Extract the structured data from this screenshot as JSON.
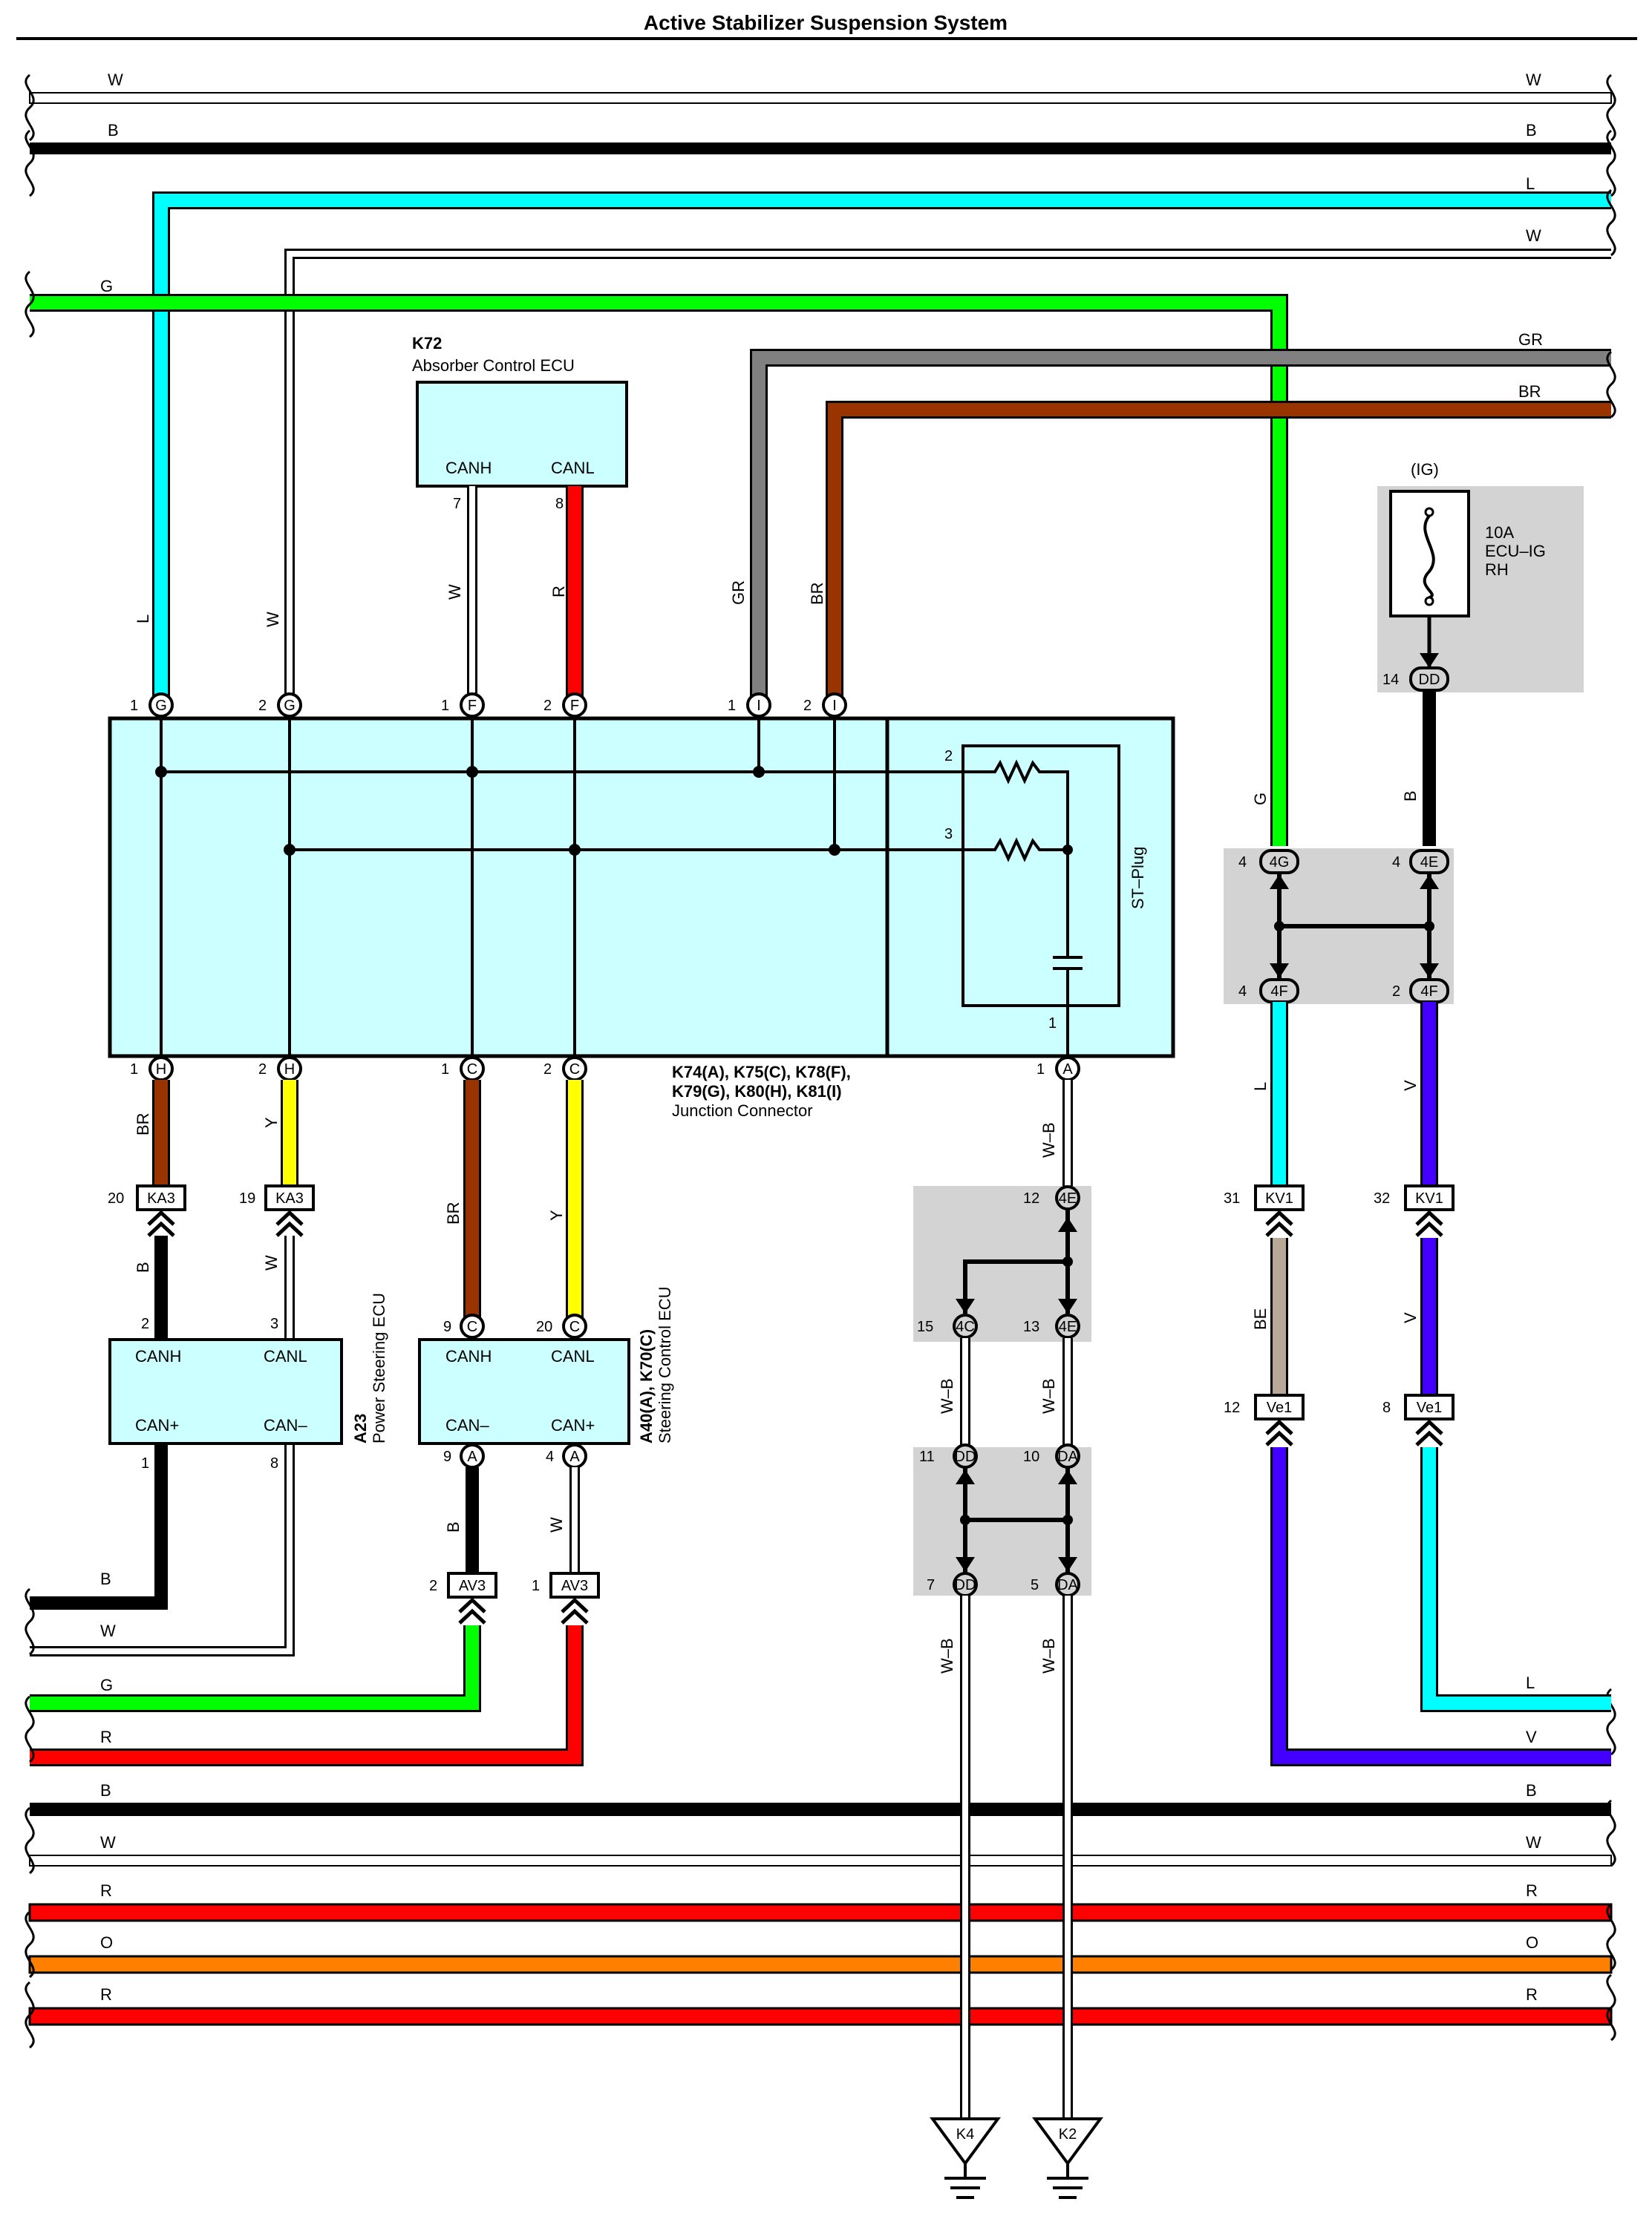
{
  "title": "Active Stabilizer Suspension System",
  "colors": {
    "W": "#ffffff",
    "B": "#000000",
    "L": "#00ffff",
    "G": "#00ff00",
    "GR": "#808080",
    "BR": "#993300",
    "R": "#ff0000",
    "Y": "#ffff00",
    "V": "#4400ff",
    "O": "#ff8000",
    "BE": "#b8a898",
    "ecu_fill": "#ccffff",
    "junction_fill": "#d3d3d3"
  },
  "components": {
    "k72": {
      "code": "K72",
      "name": "Absorber Control ECU",
      "pin_canh": "CANH",
      "pin_canl": "CANL"
    },
    "junction": {
      "codes_line1": "K74(A), K75(C), K78(F),",
      "codes_line2": "K79(G), K80(H), K81(I)",
      "name": "Junction Connector",
      "st_plug": "ST–Plug"
    },
    "a23": {
      "code": "A23",
      "name": "Power Steering ECU",
      "canh": "CANH",
      "canl": "CANL",
      "canp": "CAN+",
      "canm": "CAN–"
    },
    "a40": {
      "code": "A40(A), K70(C)",
      "name": "Steering Control ECU",
      "canh": "CANH",
      "canl": "CANL",
      "canm": "CAN–",
      "canp": "CAN+"
    },
    "fuse": {
      "ig": "(IG)",
      "amp": "10A",
      "name1": "ECU–IG",
      "name2": "RH"
    }
  },
  "connectors": {
    "ka3": "KA3",
    "av3": "AV3",
    "kv1": "KV1",
    "ve1": "Ve1",
    "c4e": "4E",
    "c4c": "4C",
    "dd": "DD",
    "da": "DA",
    "c4g": "4G",
    "c4f": "4F",
    "g": "G",
    "f": "F",
    "i": "I",
    "h": "H",
    "c": "C",
    "a": "A"
  },
  "pins": {
    "p1": "1",
    "p2": "2",
    "p3": "3",
    "p4": "4",
    "p5": "5",
    "p7": "7",
    "p8": "8",
    "p9": "9",
    "p10": "10",
    "p11": "11",
    "p12": "12",
    "p13": "13",
    "p14": "14",
    "p15": "15",
    "p19": "19",
    "p20": "20",
    "p31": "31",
    "p32": "32"
  },
  "wire_labels": {
    "W": "W",
    "B": "B",
    "L": "L",
    "G": "G",
    "GR": "GR",
    "BR": "BR",
    "R": "R",
    "Y": "Y",
    "V": "V",
    "O": "O",
    "BE": "BE",
    "WB": "W–B"
  },
  "grounds": {
    "k4": "K4",
    "k2": "K2"
  }
}
